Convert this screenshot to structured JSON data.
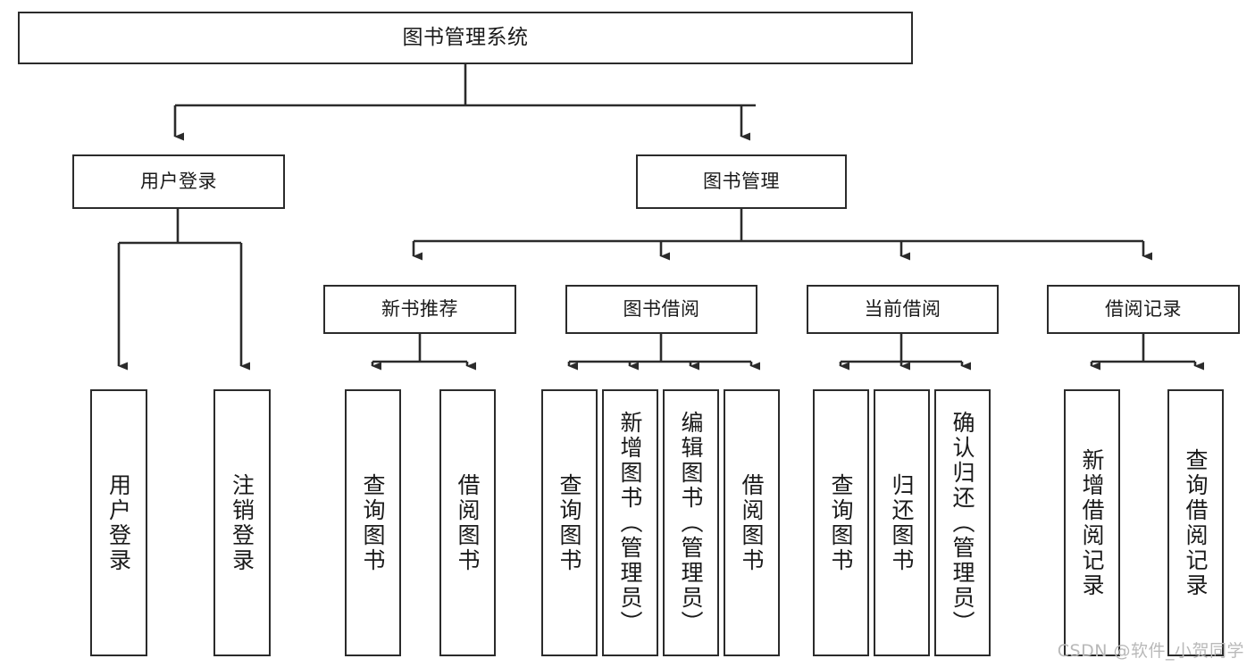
{
  "diagram": {
    "title": "图书管理系统",
    "type": "tree-hierarchy-chart",
    "orientation": "top-down",
    "colors": {
      "box_border": "#2b2b2b",
      "box_fill": "#ffffff",
      "edge": "#2b2b2b",
      "text": "#1a1a1a",
      "watermark": "#b9b9b9",
      "background": "#ffffff"
    }
  },
  "watermark": {
    "text": "CSDN @软件_小贺同学"
  },
  "nodes": {
    "root": {
      "label": "图书管理系统"
    },
    "level1": [
      {
        "id": "user-login",
        "label": "用户登录"
      },
      {
        "id": "book-management",
        "label": "图书管理"
      }
    ],
    "level2": [
      {
        "id": "new-book-recommend",
        "label": "新书推荐"
      },
      {
        "id": "book-borrow",
        "label": "图书借阅"
      },
      {
        "id": "current-borrow",
        "label": "当前借阅"
      },
      {
        "id": "borrow-record",
        "label": "借阅记录"
      }
    ],
    "leaves": [
      {
        "id": "leaf-user-login",
        "label": "用户登录",
        "parent": "user-login"
      },
      {
        "id": "leaf-user-logout",
        "label": "注销登录",
        "parent": "user-login"
      },
      {
        "id": "leaf-query-book-1",
        "label": "查询图书",
        "parent": "new-book-recommend"
      },
      {
        "id": "leaf-borrow-book-1",
        "label": "借阅图书",
        "parent": "new-book-recommend"
      },
      {
        "id": "leaf-query-book-2",
        "label": "查询图书",
        "parent": "book-borrow"
      },
      {
        "id": "leaf-add-book",
        "label": "新增图书（管理员）",
        "parent": "book-borrow"
      },
      {
        "id": "leaf-edit-book",
        "label": "编辑图书（管理员）",
        "parent": "book-borrow"
      },
      {
        "id": "leaf-borrow-book-2",
        "label": "借阅图书",
        "parent": "book-borrow"
      },
      {
        "id": "leaf-query-book-3",
        "label": "查询图书",
        "parent": "current-borrow"
      },
      {
        "id": "leaf-return-book",
        "label": "归还图书",
        "parent": "current-borrow"
      },
      {
        "id": "leaf-confirm-return",
        "label": "确认归还（管理员）",
        "parent": "current-borrow"
      },
      {
        "id": "leaf-add-record",
        "label": "新增借阅记录",
        "parent": "borrow-record"
      },
      {
        "id": "leaf-query-record",
        "label": "查询借阅记录",
        "parent": "borrow-record"
      }
    ]
  }
}
